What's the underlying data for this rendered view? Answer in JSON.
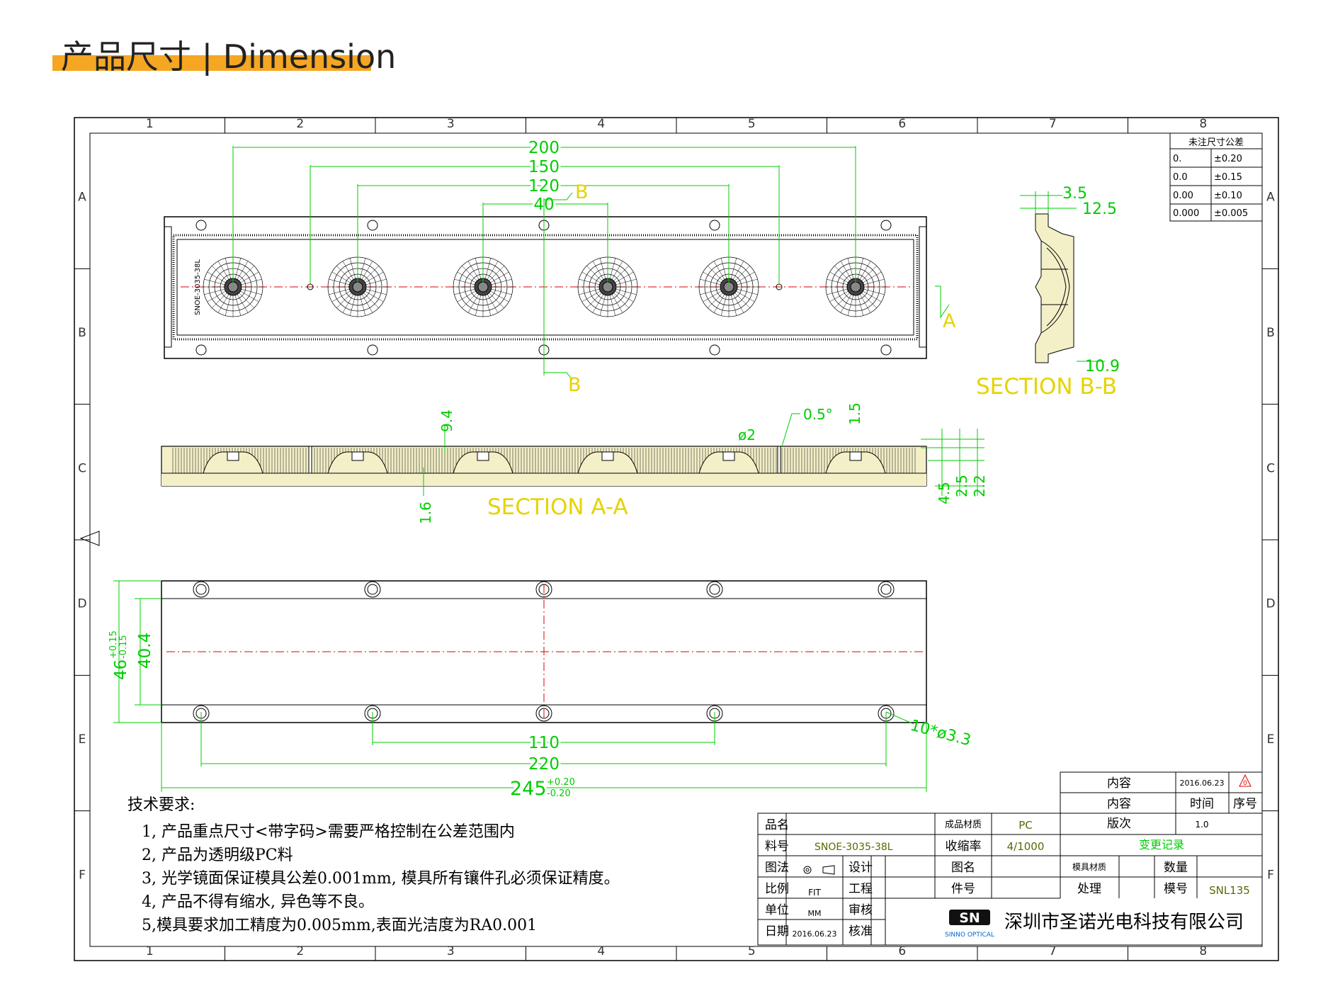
{
  "header": {
    "title": "产品尺寸 | Dimension"
  },
  "frame": {
    "columns": [
      "1",
      "2",
      "3",
      "4",
      "5",
      "6",
      "7",
      "8"
    ],
    "rows": [
      "A",
      "B",
      "C",
      "D",
      "E",
      "F"
    ]
  },
  "top_view": {
    "part_label": "SNOE-3035-38L",
    "dims": {
      "d200": "200",
      "d150": "150",
      "d120": "120",
      "d40": "40"
    },
    "section_marks": {
      "b_top": "B",
      "b_bottom": "B",
      "a": "A"
    }
  },
  "section_bb": {
    "title": "SECTION B-B",
    "dims": {
      "d3_5": "3.5",
      "d12_5": "12.5",
      "d10_9": "10.9"
    }
  },
  "section_aa": {
    "title": "SECTION A-A",
    "dims": {
      "d9_4": "9.4",
      "d1_6": "1.6",
      "phi2": "ø2",
      "d0_5": "0.5°",
      "d1_5": "1.5",
      "d4_5": "4.5",
      "d2_5": "2.5",
      "d2_2": "2.2"
    }
  },
  "bottom_view": {
    "dims": {
      "d46": "46",
      "d46_tol_plus": "+0.15",
      "d46_tol_minus": "-0.15",
      "d40_4": "40.4",
      "d110": "110",
      "d220": "220",
      "d245": "245",
      "d245_tol_plus": "+0.20",
      "d245_tol_minus": "-0.20",
      "holes": "10*ø3.3"
    }
  },
  "tolerance_table": {
    "header": "未注尺寸公差",
    "rows": [
      {
        "precision": "0.",
        "tol": "±0.20"
      },
      {
        "precision": "0.0",
        "tol": "±0.15"
      },
      {
        "precision": "0.00",
        "tol": "±0.10"
      },
      {
        "precision": "0.000",
        "tol": "±0.005"
      }
    ]
  },
  "notes": {
    "heading": "技术要求:",
    "items": [
      "1, 产品重点尺寸<带字码>需要严格控制在公差范围内",
      "2, 产品为透明级PC料",
      "3, 光学镜面保证模具公差0.001mm, 模具所有镶件孔必须保证精度。",
      "4, 产品不得有缩水, 异色等不良。",
      "5,模具要求加工精度为0.005mm,表面光洁度为RA0.001"
    ]
  },
  "title_block": {
    "revision": {
      "r1_content": "内容",
      "r1_date": "2016.06.23",
      "r1_mark": "0",
      "h_content": "内容",
      "h_time": "时间",
      "h_seq": "序号",
      "version_label": "版次",
      "version": "1.0",
      "change_log": "变更记录"
    },
    "labels": {
      "product_name": "品名",
      "part_no": "料号",
      "projection": "图法",
      "scale": "比例",
      "unit": "单位",
      "date": "日期",
      "design": "设计",
      "engineering": "工程",
      "review": "审核",
      "approve": "核准",
      "material": "成品材质",
      "shrink": "收缩率",
      "drawing_name": "图名",
      "piece_no": "件号",
      "mold_material": "模具材质",
      "quantity": "数量",
      "treatment": "处理",
      "mold_no": "模号"
    },
    "values": {
      "part_no": "SNOE-3035-38L",
      "scale": "FIT",
      "unit": "MM",
      "date": "2016.06.23",
      "material": "PC",
      "shrink": "4/1000",
      "mold_no": "SNL135"
    },
    "company": "深圳市圣诺光电科技有限公司",
    "logo_text": "SN",
    "logo_sub": "SINNO OPTICAL"
  },
  "colors": {
    "dim": "#00cc00",
    "yellow": "#e6d300",
    "center": "#dd0000",
    "line": "#000000",
    "fill": "#f3f0c8",
    "accent": "#f5a623"
  }
}
